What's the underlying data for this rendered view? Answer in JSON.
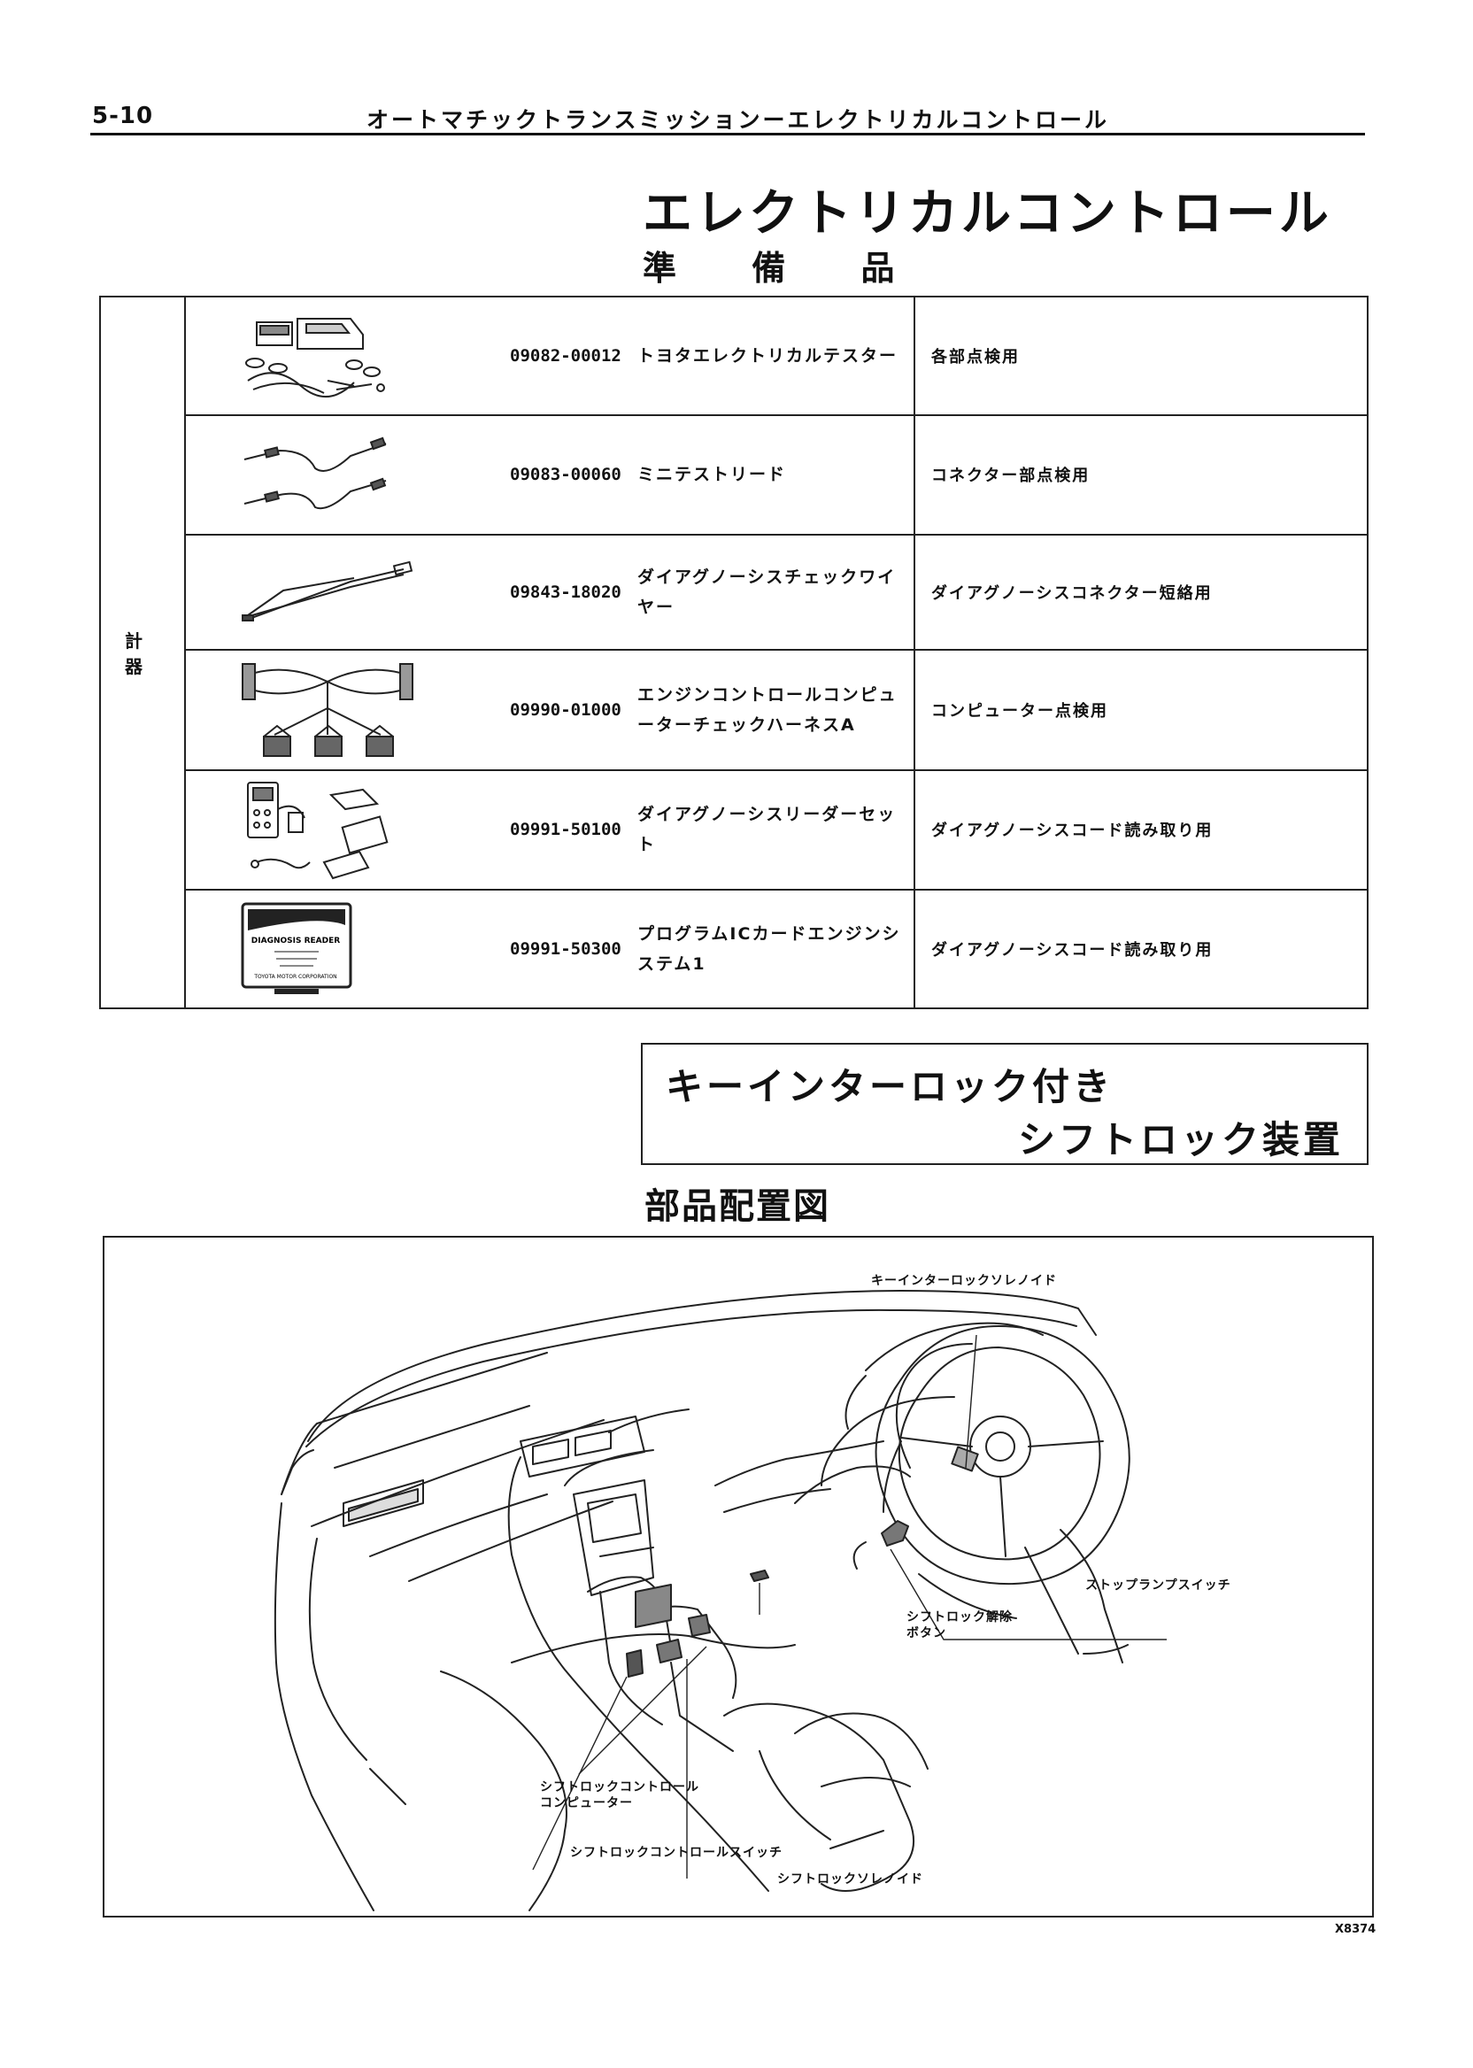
{
  "header": {
    "page_number": "5-10",
    "running_title": "オートマチックトランスミッションーエレクトリカルコントロール"
  },
  "section_title": "エレクトリカルコントロール",
  "prep_title": "準 備 品",
  "tools_table": {
    "category": "計 器",
    "rows": [
      {
        "part_no": "09082-00012",
        "name": "トヨタエレクトリカルテスター",
        "use": "各部点検用"
      },
      {
        "part_no": "09083-00060",
        "name": "ミニテストリード",
        "use": "コネクター部点検用"
      },
      {
        "part_no": "09843-18020",
        "name": "ダイアグノーシスチェックワイヤー",
        "use": "ダイアグノーシスコネクター短絡用"
      },
      {
        "part_no": "09990-01000",
        "name": "エンジンコントロールコンピューターチェックハーネスA",
        "use": "コンピューター点検用"
      },
      {
        "part_no": "09991-50100",
        "name": "ダイアグノーシスリーダーセット",
        "use": "ダイアグノーシスコード読み取り用"
      },
      {
        "part_no": "09991-50300",
        "name": "プログラムICカードエンジンシステム1",
        "use": "ダイアグノーシスコード読み取り用"
      }
    ],
    "card_text": {
      "title": "DIAGNOSIS READER",
      "maker": "TOYOTA MOTOR CORPORATION"
    }
  },
  "feature_box": {
    "line1": "キーインターロック付き",
    "line2": "シフトロック装置"
  },
  "layout_title": "部品配置図",
  "diagram": {
    "labels": {
      "key_interlock_solenoid": "キーインターロックソレノイド",
      "stop_lamp_switch": "ストップランプスイッチ",
      "shift_lock_release_l1": "シフトロック解除",
      "shift_lock_release_l2": "ボタン",
      "shift_lock_computer_l1": "シフトロックコントロール",
      "shift_lock_computer_l2": "コンピューター",
      "shift_lock_switch": "シフトロックコントロールスイッチ",
      "shift_lock_solenoid": "シフトロックソレノイド"
    },
    "figure_code": "X8374"
  }
}
